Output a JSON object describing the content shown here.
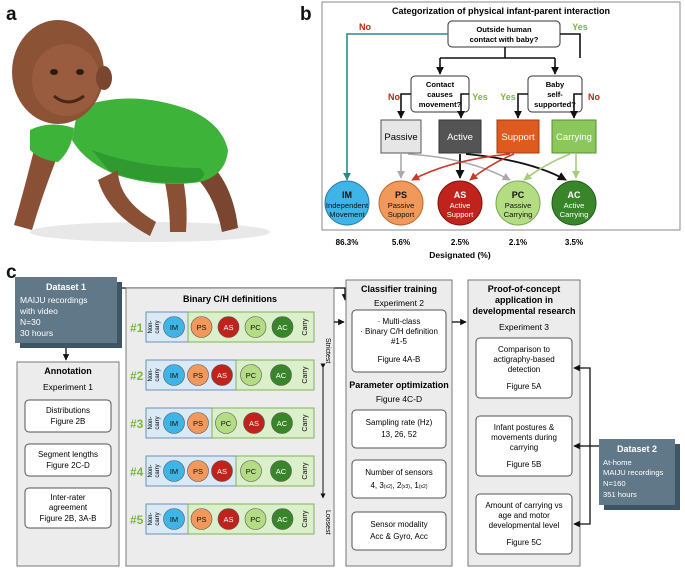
{
  "panels": {
    "a": "a",
    "b": "b",
    "c": "c"
  },
  "b": {
    "title": "Categorization of physical infant-parent interaction",
    "q1": [
      "Outside human",
      "contact with baby?"
    ],
    "no": "No",
    "yes": "Yes",
    "q2": [
      "Contact",
      "causes",
      "movement?"
    ],
    "q3": [
      "Baby",
      "self-",
      "supported?"
    ],
    "boxes": [
      "Passive",
      "Active",
      "Support",
      "Carrying"
    ],
    "circles": [
      {
        "abbr": "IM",
        "l1": "Independent",
        "l2": "Movement"
      },
      {
        "abbr": "PS",
        "l1": "Passive",
        "l2": "Support"
      },
      {
        "abbr": "AS",
        "l1": "Active",
        "l2": "Support"
      },
      {
        "abbr": "PC",
        "l1": "Passive",
        "l2": "Carrying"
      },
      {
        "abbr": "AC",
        "l1": "Active",
        "l2": "Carrying"
      }
    ],
    "percents": [
      "86.3%",
      "5.6%",
      "2.5%",
      "2.1%",
      "3.5%"
    ],
    "xlabel": "Designated (%)"
  },
  "c": {
    "dataset1": {
      "title": "Dataset 1",
      "lines": [
        "MAIJU recordings",
        "with video",
        "N=30",
        "30 hours"
      ]
    },
    "annotation": {
      "title": "Annotation",
      "experiment": "Experiment 1",
      "items": [
        [
          "Distributions",
          "Figure 2B"
        ],
        [
          "Segment lengths",
          "Figure 2C-D"
        ],
        [
          "Inter-rater",
          "agreement",
          "Figure 2B, 3A-B"
        ]
      ]
    },
    "binary": {
      "title": "Binary C/H definitions",
      "noncarry": [
        "Non-",
        "carry"
      ],
      "carry": "Carry",
      "strictest": "Strictest",
      "loosest": "Loosest",
      "rows": [
        "#1",
        "#2",
        "#3",
        "#4",
        "#5"
      ],
      "circles": [
        "IM",
        "PS",
        "AS",
        "PC",
        "AC"
      ]
    },
    "classifier": {
      "title": "Classifier training",
      "experiment": "Experiment 2",
      "box_lines": [
        "· Multi-class",
        "· Binary C/H definition",
        "#1-5"
      ],
      "box_fig": "Figure 4A-B",
      "param_title": "Parameter optimization",
      "param_fig": "Figure 4C-D",
      "sampling": [
        "Sampling rate (Hz)",
        "13, 26, 52"
      ],
      "sensors_title": "Number of sensors",
      "sensors_main": "4, 3",
      "sensors_sub": "(x2)",
      "sensors_mid": ", 2",
      "sensors_sub2": "(x3)",
      "sensors_mid2": ", 1",
      "sensors_sub3": "(x2)",
      "modality": [
        "Sensor modality",
        "Acc & Gyro, Acc"
      ]
    },
    "poc": {
      "title": [
        "Proof-of-concept",
        "application in",
        "developmental research"
      ],
      "experiment": "Experiment 3",
      "items": [
        [
          "Comparison to",
          "actigraphy-based",
          "detection",
          "Figure 5A"
        ],
        [
          "Infant postures &",
          "movements during",
          "carrying",
          "Figure 5B"
        ],
        [
          "Amount of carrying vs",
          "age and motor",
          "developmental level",
          "Figure 5C"
        ]
      ]
    },
    "dataset2": {
      "title": "Dataset 2",
      "lines": [
        "At-home",
        "MAIJU recordings",
        "N=160",
        "351 hours"
      ]
    }
  },
  "colors": {
    "IM": "#3fb4e6",
    "PS": "#f0995a",
    "AS": "#c0231b",
    "PC": "#b4dc82",
    "AC": "#39852a",
    "passive": "#e6e6e6",
    "active": "#545454",
    "support": "#df5a1e",
    "carrying": "#8bc75a",
    "no": "#c0231b",
    "yes": "#7ab83c",
    "teal": "#2b8a8a",
    "dataset": "#607888"
  }
}
